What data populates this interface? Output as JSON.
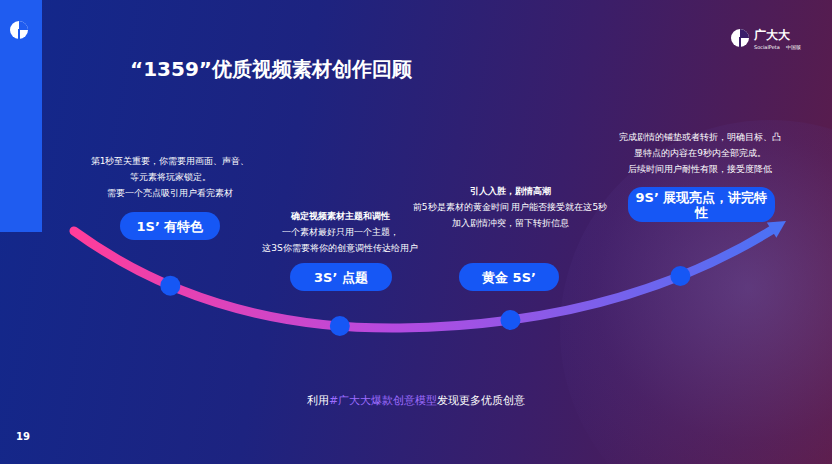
{
  "diagram": {
    "title": "“1359”优质视频素材创作回顾",
    "nodes": [
      {
        "text": [
          "1S’ 有特色"
        ]
      },
      {
        "text": [
          "3S’ 点题"
        ]
      },
      {
        "text": [
          "黄金 5S’"
        ]
      },
      {
        "text": [
          "9S’ 展现亮点，讲完特性"
        ]
      }
    ],
    "labels": [
      "第1秒至关重要，你需要用画面、声音、 等元素将玩家锁定。 需要一个亮点吸引用户看完素材",
      "确定视频素材主题和调性",
      "一个素材最好只用一个主题， 这3S你需要将你的创意调性传达给用户",
      "引人入胜，剧情高潮",
      "前5秒是素材的黄金时间 用户能否接受就在这5秒 加入剧情冲突，留下转折信息",
      "完成剧情的铺垫或者转折，明确目标、凸 显特点的内容在9秒内全部完成。 后续时间用户耐性有限，接受度降低",
      "利用",
      "#广大大爆款创意模型",
      "发现更多优质创意",
      "19",
      "广大大",
      "SocialPeta",
      "中国版"
    ]
  }
}
